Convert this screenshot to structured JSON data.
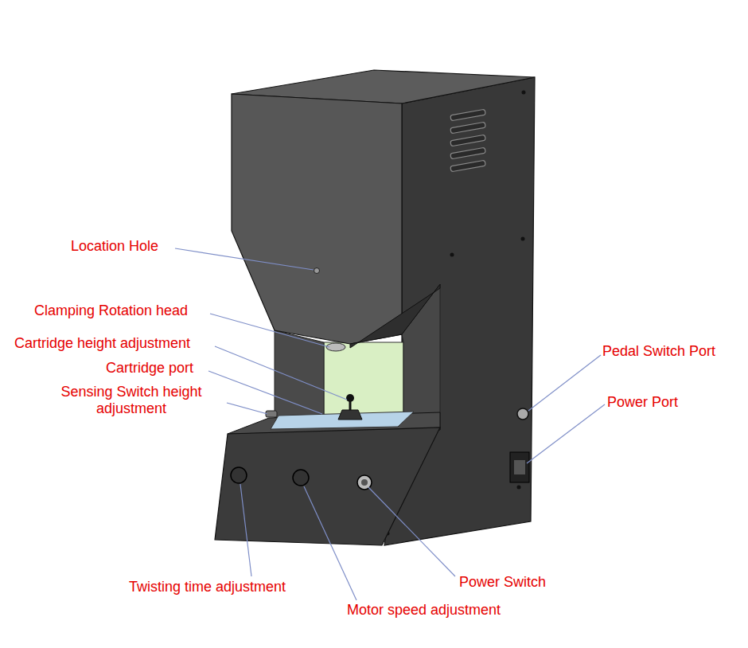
{
  "diagram": {
    "labels": [
      "Location Hole",
      "Clamping Rotation head",
      "Cartridge height adjustment",
      "Cartridge port",
      "Sensing Switch height adjustment",
      "Pedal Switch Port",
      "Power Port",
      "Twisting time adjustment",
      "Motor speed adjustment",
      "Power Switch"
    ]
  }
}
